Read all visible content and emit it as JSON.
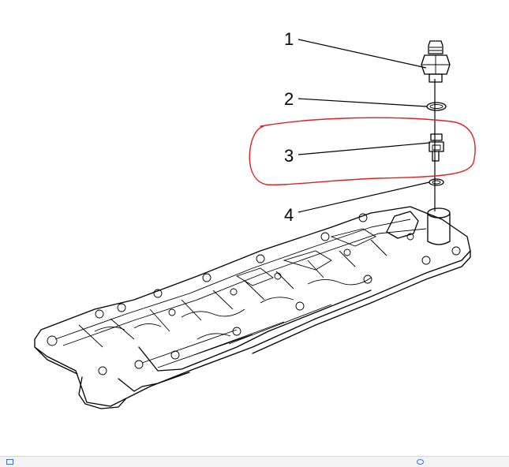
{
  "callouts": [
    {
      "id": "1",
      "label": "1"
    },
    {
      "id": "2",
      "label": "2"
    },
    {
      "id": "3",
      "label": "3"
    },
    {
      "id": "4",
      "label": "4"
    }
  ],
  "colors": {
    "highlight": "#e0201f",
    "line": "#000000",
    "background": "#ffffff"
  },
  "parts": {
    "sensor_icon": "pressure-sensor-icon",
    "seal_icon": "o-ring-icon",
    "connector_icon": "connector-icon",
    "body_icon": "valve-body-icon"
  }
}
